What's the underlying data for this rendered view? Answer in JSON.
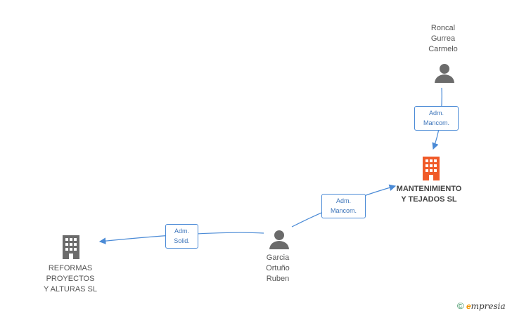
{
  "nodes": {
    "person_roncal": {
      "label": "Roncal\nGurrea\nCarmelo",
      "icon": "person-icon"
    },
    "person_garcia": {
      "label": "Garcia\nOrtuño\nRuben",
      "icon": "person-icon"
    },
    "company_mantenimiento": {
      "label": "MANTENIMIENTO\nY TEJADOS SL",
      "icon": "building-icon",
      "color": "#f05a28"
    },
    "company_reformas": {
      "label": "REFORMAS\nPROYECTOS\nY ALTURAS SL",
      "icon": "building-icon",
      "color": "#6b6b6b"
    }
  },
  "edges": {
    "roncal_to_mant": {
      "label": "Adm.\nMancom."
    },
    "garcia_to_mant": {
      "label": "Adm.\nMancom."
    },
    "garcia_to_reformas": {
      "label": "Adm.\nSolid."
    }
  },
  "colors": {
    "edge": "#4a8ad6",
    "person": "#6b6b6b"
  },
  "brand": {
    "copyright": "©",
    "e": "e",
    "rest": "mpresia"
  }
}
